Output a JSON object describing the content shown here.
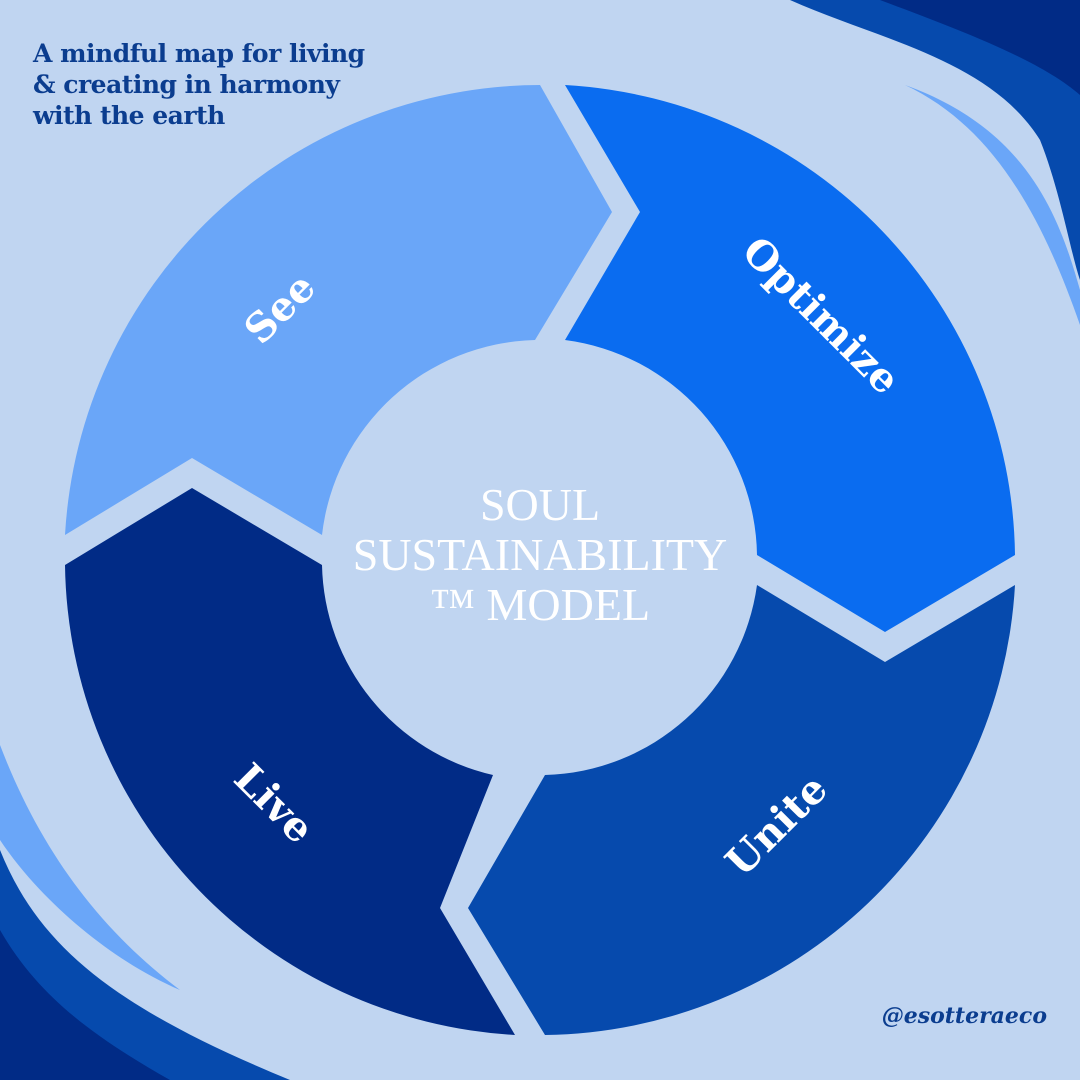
{
  "caption": [
    "A mindful map for living",
    "& creating in harmony",
    "with the earth"
  ],
  "center_title": [
    "SOUL",
    "SUSTAINABILITY",
    "™ MODEL"
  ],
  "stages": [
    {
      "label": "See",
      "color": "#6aa6f8"
    },
    {
      "label": "Optimize",
      "color": "#0a6cf0"
    },
    {
      "label": "Unite",
      "color": "#064aad"
    },
    {
      "label": "Live",
      "color": "#012b86"
    }
  ],
  "handle": "@esotteraeco",
  "colors": {
    "background": "#c0d5f1",
    "text": "#0b3d8f"
  }
}
